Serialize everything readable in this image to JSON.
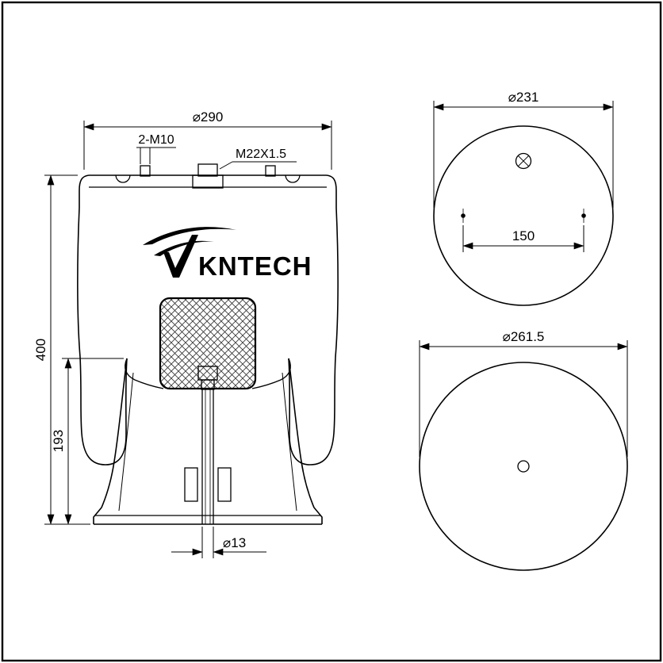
{
  "colors": {
    "line": "#000000",
    "background": "#ffffff"
  },
  "brand": {
    "logo_text": "KNTECH"
  },
  "side_view": {
    "dim_top_diameter": "⌀290",
    "dim_bolts": "2-M10",
    "dim_thread": "M22X1.5",
    "dim_total_height": "400",
    "dim_lower_height": "193",
    "dim_rod_diameter": "⌀13"
  },
  "top_view": {
    "dim_diameter": "⌀231",
    "dim_bolt_spacing": "150"
  },
  "bottom_view": {
    "dim_diameter": "⌀261.5"
  }
}
